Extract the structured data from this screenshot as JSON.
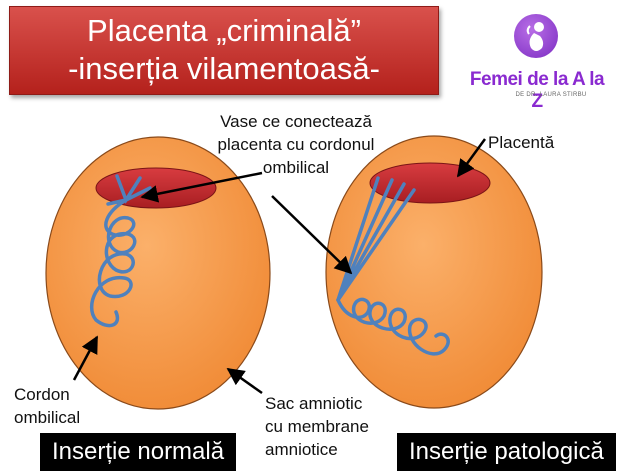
{
  "title": {
    "line1": "Placenta „criminală”",
    "line2": "-inserția vilamentoasă-"
  },
  "logo": {
    "icon": "woman-silhouette-icon",
    "name": "Femei de la A la Z",
    "byline": "DE DR. LAURA STIRBU"
  },
  "labels": {
    "vessels": [
      "Vase ce conectează",
      "placenta cu cordonul",
      "ombilical"
    ],
    "placenta": "Placentă",
    "cord": [
      "Cordon",
      "ombilical"
    ],
    "sac": [
      "Sac amniotic",
      "cu membrane",
      "amniotice"
    ]
  },
  "captions": {
    "normal": "Inserție normală",
    "pathologic": "Inserție patologică"
  },
  "colors": {
    "sac": "#f79646",
    "placenta": "#c0282d",
    "cord": "#4f81bd",
    "title_bg": "#c0302a",
    "logo": "#8a2ad0"
  }
}
